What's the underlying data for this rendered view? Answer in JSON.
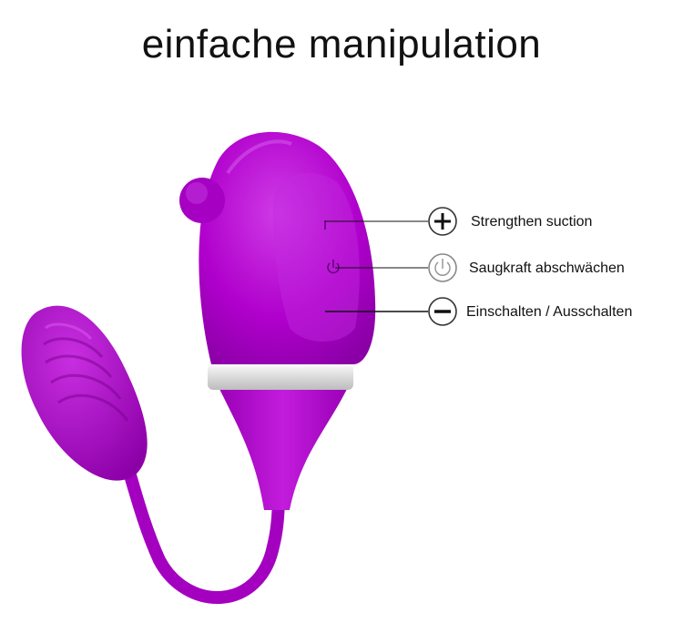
{
  "title": "einfache manipulation",
  "callouts": [
    {
      "icon": "plus-icon",
      "label": "Strengthen suction"
    },
    {
      "icon": "power-icon",
      "label": "Saugkraft abschwächen"
    },
    {
      "icon": "minus-icon",
      "label": "Einschalten / Ausschalten"
    }
  ],
  "colors": {
    "device": "#b300cc",
    "device_highlight": "#d24ae6",
    "device_shadow": "#8e00a8",
    "ring": "#e6e6e6",
    "line": "#111111"
  }
}
